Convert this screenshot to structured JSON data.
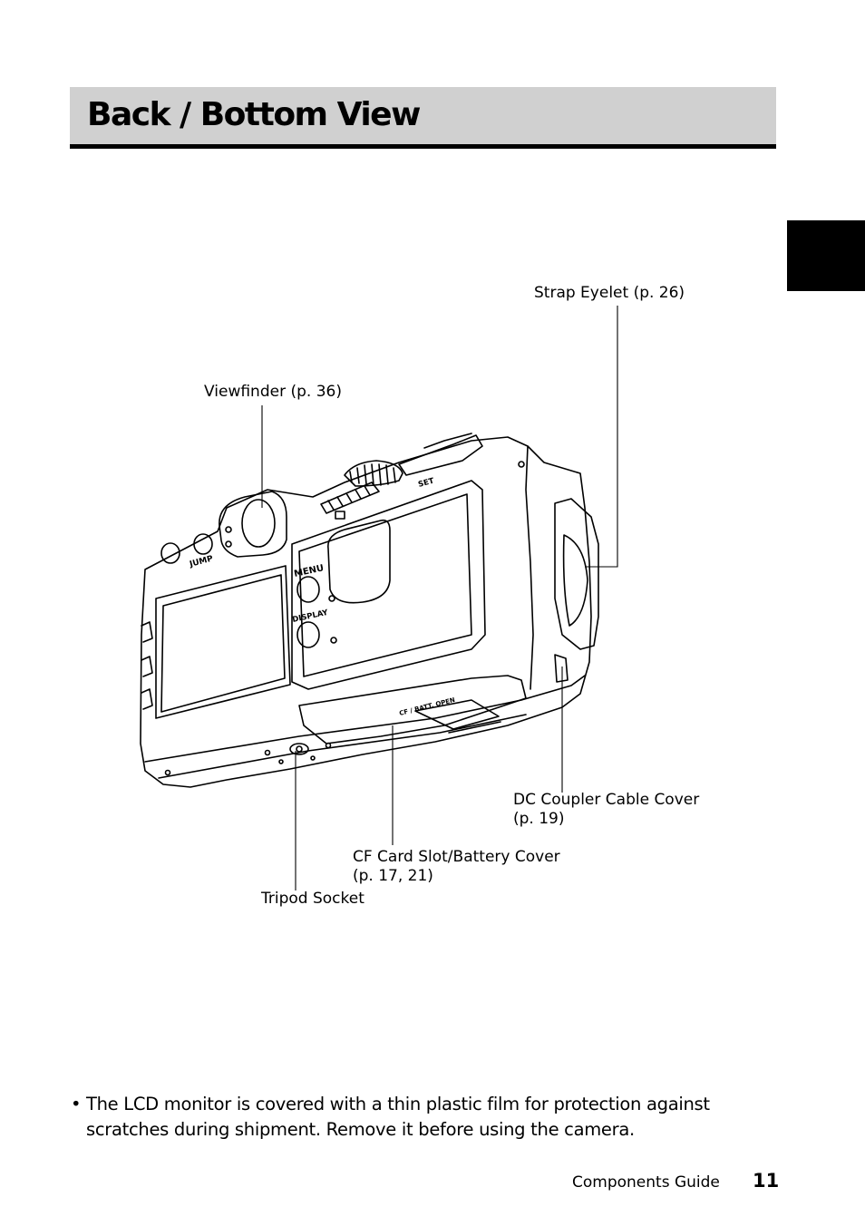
{
  "page": {
    "title": "Back / Bottom View",
    "note_bullet": "•",
    "note": "The LCD monitor is covered with a thin plastic film for protection against scratches during shipment. Remove it before using the camera.",
    "footer_section": "Components Guide",
    "footer_page": "11"
  },
  "callouts": {
    "strap_eyelet": "Strap Eyelet (p. 26)",
    "viewfinder": "Viewfinder (p. 36)",
    "dc_coupler_line1": "DC Coupler Cable Cover",
    "dc_coupler_line2": "(p. 19)",
    "cf_card_line1": "CF Card Slot/Battery Cover",
    "cf_card_line2": "(p. 17, 21)",
    "tripod_socket": "Tripod Socket"
  },
  "camera_labels": {
    "menu": "MENU",
    "display": "DISPLAY",
    "jump": "JUMP",
    "set": "SET",
    "cf_open": "CF / BATT. OPEN"
  }
}
